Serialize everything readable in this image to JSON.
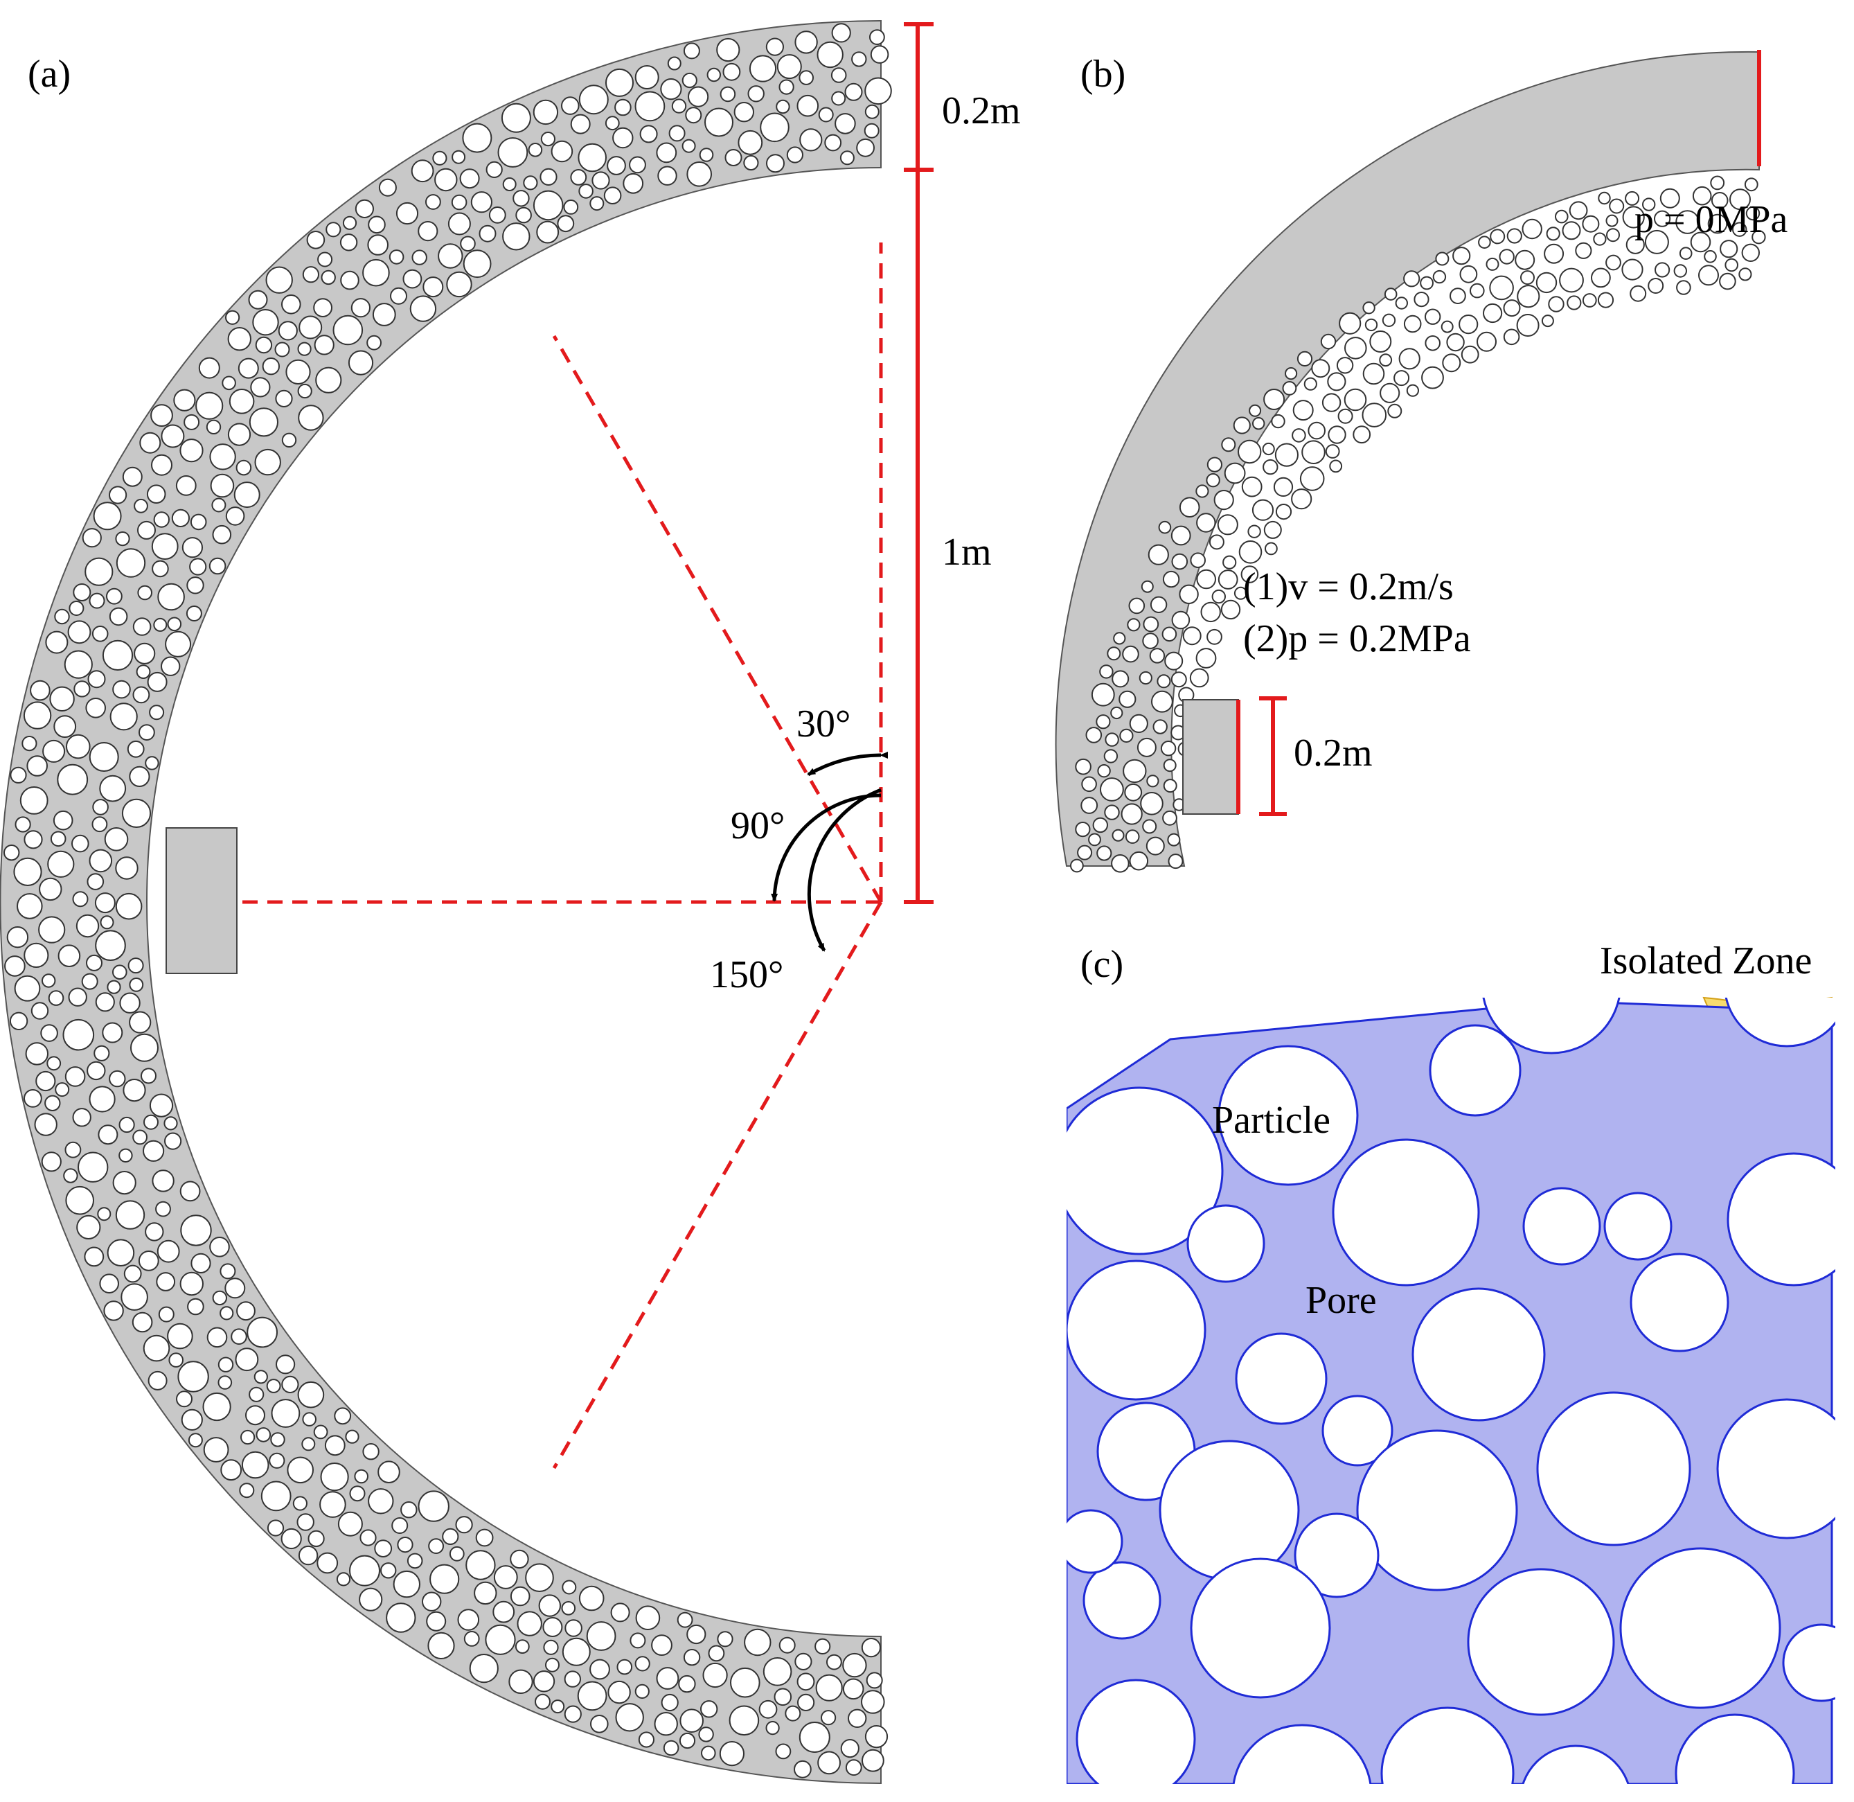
{
  "panel_a": {
    "label": "(a)",
    "dim_thickness": "0.2m",
    "dim_radius": "1m",
    "angles": [
      "30°",
      "90°",
      "150°"
    ]
  },
  "panel_b": {
    "label": "(b)",
    "outlet": "p = 0MPa",
    "inlet_1": "(1)v = 0.2m/s",
    "inlet_2": "(2)p = 0.2MPa",
    "inlet_size": "0.2m"
  },
  "panel_c": {
    "label": "(c)",
    "isolated_zone": "Isolated Zone",
    "particle": "Particle",
    "pore": "Pore"
  },
  "colors": {
    "dimension_red": "#e31a1c",
    "matrix_gray": "#c8c8c8",
    "pore_blue": "#b0b3f0",
    "pore_edge": "#1f2bd6",
    "isolated_yellow": "#f7dc6f"
  }
}
